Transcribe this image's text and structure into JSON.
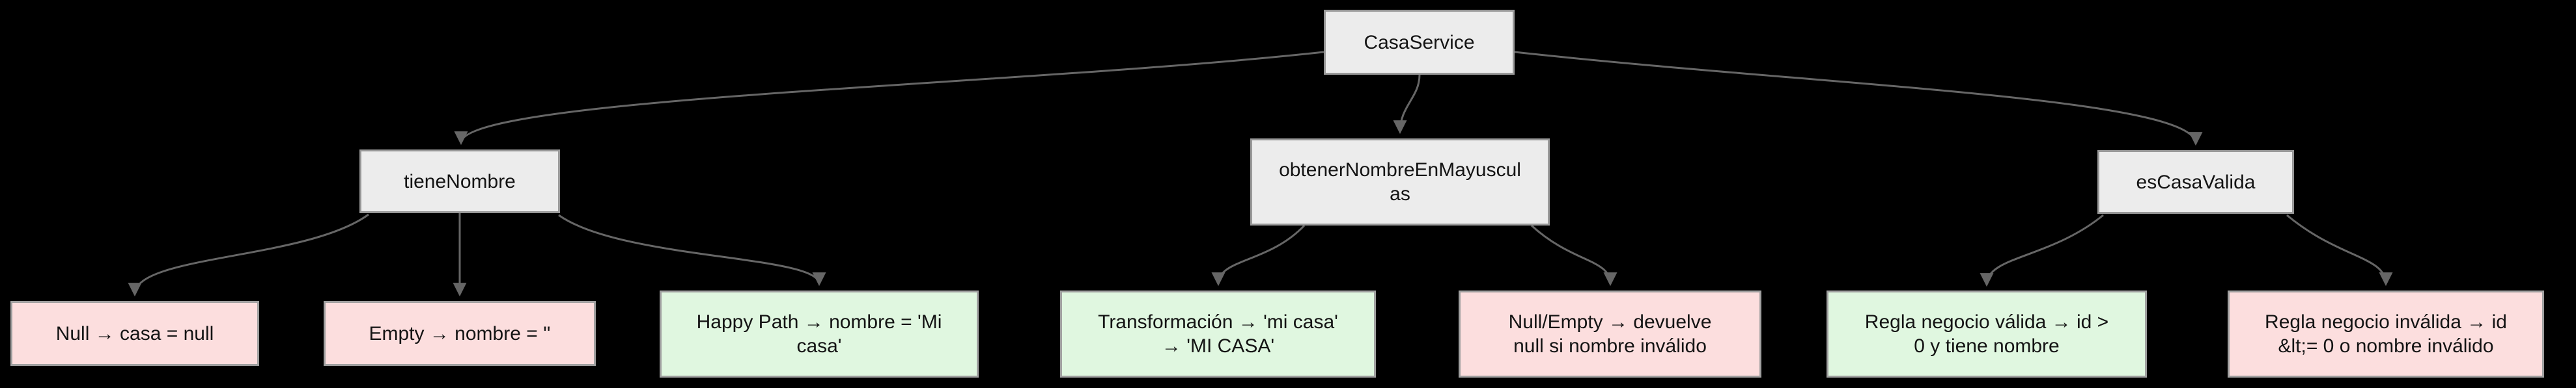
{
  "diagram": {
    "title": "CasaService test tree",
    "nodes": {
      "root": {
        "label": "CasaService"
      },
      "tiene_nombre": {
        "label": "tieneNombre"
      },
      "obtener_nombre": {
        "label": "obtenerNombreEnMayuscul\nas"
      },
      "es_casa_valida": {
        "label": "esCasaValida"
      },
      "leaf_null": {
        "label": "Null → casa = null"
      },
      "leaf_empty": {
        "label": "Empty → nombre = ''"
      },
      "leaf_happy": {
        "label": "Happy Path → nombre = 'Mi\ncasa'"
      },
      "leaf_transform": {
        "label": "Transformación → 'mi casa'\n→ 'MI CASA'"
      },
      "leaf_nullempty": {
        "label": "Null/Empty → devuelve\nnull si nombre inválido"
      },
      "leaf_valida": {
        "label": "Regla negocio válida → id >\n0 y tiene nombre"
      },
      "leaf_invalida": {
        "label": "Regla negocio inválida → id\n&lt;= 0 o nombre inválido"
      }
    },
    "colors": {
      "background": "#000000",
      "branch_fill": "#ececec",
      "branch_border": "#999999",
      "success_fill": "#e0f7e0",
      "error_fill": "#fcdede",
      "leaf_border": "#a0a0a0",
      "edge": "#666666",
      "text": "#141414"
    }
  }
}
